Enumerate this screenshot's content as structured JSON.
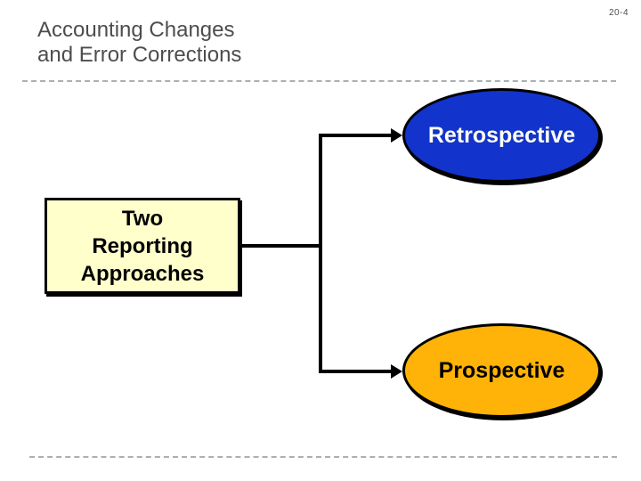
{
  "page_number": "20-4",
  "title": {
    "line1": "Accounting Changes",
    "line2": "and Error Corrections"
  },
  "diagram": {
    "source_box": {
      "line1": "Two",
      "line2": "Reporting",
      "line3": "Approaches"
    },
    "branches": {
      "top": {
        "label": "Retrospective"
      },
      "bottom": {
        "label": "Prospective"
      }
    },
    "connectors": {
      "from": "Two Reporting Approaches",
      "to_top": "Retrospective",
      "to_bottom": "Prospective",
      "arrow_style": "right-pointing-triangle"
    }
  },
  "icons": {
    "arrow_top": "arrow-right-icon",
    "arrow_bottom": "arrow-right-icon"
  },
  "colors": {
    "background": "#ffffff",
    "title_text": "#4d4d4d",
    "page_number_text": "#4d4d4d",
    "separator_dash": "#aab0b4",
    "connector_line": "#000000",
    "source_box_fill": "#ffffcc",
    "source_box_text": "#000000",
    "retrospective_fill": "#1233cc",
    "retrospective_text": "#fffff2",
    "prospective_fill": "#ffb308",
    "prospective_text": "#000000",
    "shape_outline": "#000000"
  }
}
